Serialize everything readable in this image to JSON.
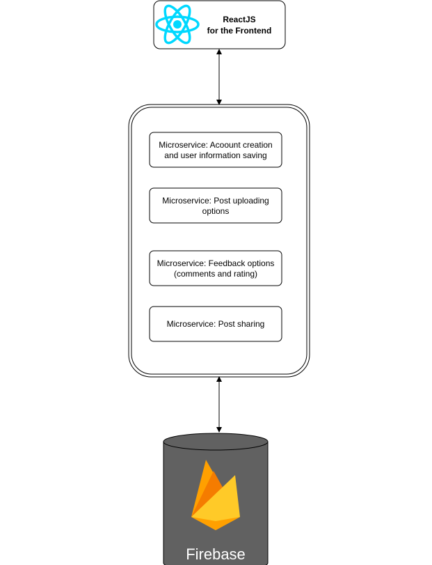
{
  "frontend": {
    "line1": "ReactJS",
    "line2": "for the Frontend",
    "icon": "react-logo-icon",
    "icon_color": "#00d8ff"
  },
  "microservices": [
    {
      "line1": "Microservice: Acoount creation",
      "line2": "and user information saving"
    },
    {
      "line1": "Microservice: Post uploading",
      "line2": "options"
    },
    {
      "line1": "Microservice: Feedback options",
      "line2": "(comments and rating)"
    },
    {
      "line1": "Microservice: Post sharing",
      "line2": ""
    }
  ],
  "database": {
    "label": "Firebase",
    "icon": "firebase-flame-icon",
    "body_color": "#616161",
    "label_color": "#ffffff"
  },
  "connectors": [
    {
      "from": "frontend",
      "to": "microservices-container",
      "direction": "bidirectional"
    },
    {
      "from": "microservices-container",
      "to": "database",
      "direction": "bidirectional"
    }
  ]
}
